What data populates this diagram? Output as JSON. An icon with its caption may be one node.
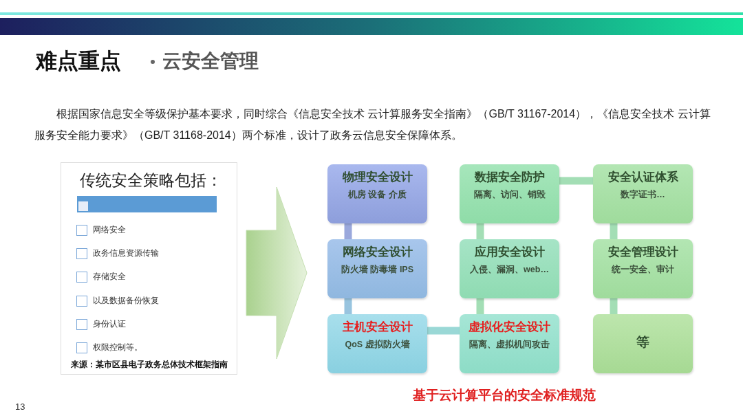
{
  "diagram": {
    "title": "难点重点",
    "nodes": [
      {
        "text": [
          "传统安全策略包括：",
          "来源：某市区县电子政务总体技术框架指南"
        ]
      },
      {
        "text": [],
        "shape": "bar",
        "in": 0
      },
      {
        "text": [
          "网络安全"
        ],
        "in": 0
      },
      {
        "text": [
          "政务信息资源传输"
        ],
        "in": 0
      },
      {
        "text": [
          "存储安全"
        ],
        "in": 0
      },
      {
        "text": [
          "以及数据备份恢复"
        ],
        "in": 0
      },
      {
        "text": [
          "身份认证"
        ],
        "in": 0
      },
      {
        "text": [
          "权限控制等。"
        ],
        "in": 0
      },
      {
        "text": [
          "物理安全设计",
          "机房 设备 介质"
        ]
      },
      {
        "text": [
          "数据安全防护",
          "隔离、访问、销毁"
        ]
      },
      {
        "text": [
          "安全认证体系",
          "数字证书…"
        ]
      },
      {
        "text": [
          "网络安全设计",
          "防火墙 防毒墙 IPS"
        ]
      },
      {
        "text": [
          "应用安全设计",
          "入侵、漏洞、web…"
        ]
      },
      {
        "text": [
          "安全管理设计",
          "统一安全、审计"
        ]
      },
      {
        "text": [
          "主机安全设计",
          "QoS 虚拟防火墙"
        ]
      },
      {
        "text": [
          "虚拟化安全设计",
          "隔离、虚拟机间攻击"
        ]
      },
      {
        "text": [
          "等"
        ]
      }
    ],
    "edges": [
      {
        "from": 0,
        "to": null,
        "arrow": "to",
        "color": "#a9d18e"
      },
      {
        "from": 8,
        "to": 11,
        "arrow": "none",
        "color": "#9aa8dc"
      },
      {
        "from": 11,
        "to": 14,
        "arrow": "none",
        "color": "#98c4df"
      },
      {
        "from": 14,
        "to": 15,
        "arrow": "none",
        "color": "#9ad8d6"
      },
      {
        "from": 15,
        "to": 12,
        "arrow": "none"
      },
      {
        "from": 12,
        "to": 9,
        "arrow": "none"
      },
      {
        "from": 9,
        "to": 10,
        "arrow": "none"
      },
      {
        "from": 10,
        "to": 13,
        "arrow": "none"
      },
      {
        "from": 13,
        "to": 16,
        "arrow": "none"
      }
    ],
    "labels": [
      "云安全管理",
      "根据国家信息安全等级保护基本要求，同时综合《信息安全技术 云计算服务安全指南》（GB/T 31167-2014），《信息安全技术 云计算服务安全能力要求》（GB/T 31168-2014）两个标准，设计了政务云信息安全保障体系。",
      "基于云计算平台的安全标准规范",
      "13"
    ]
  }
}
